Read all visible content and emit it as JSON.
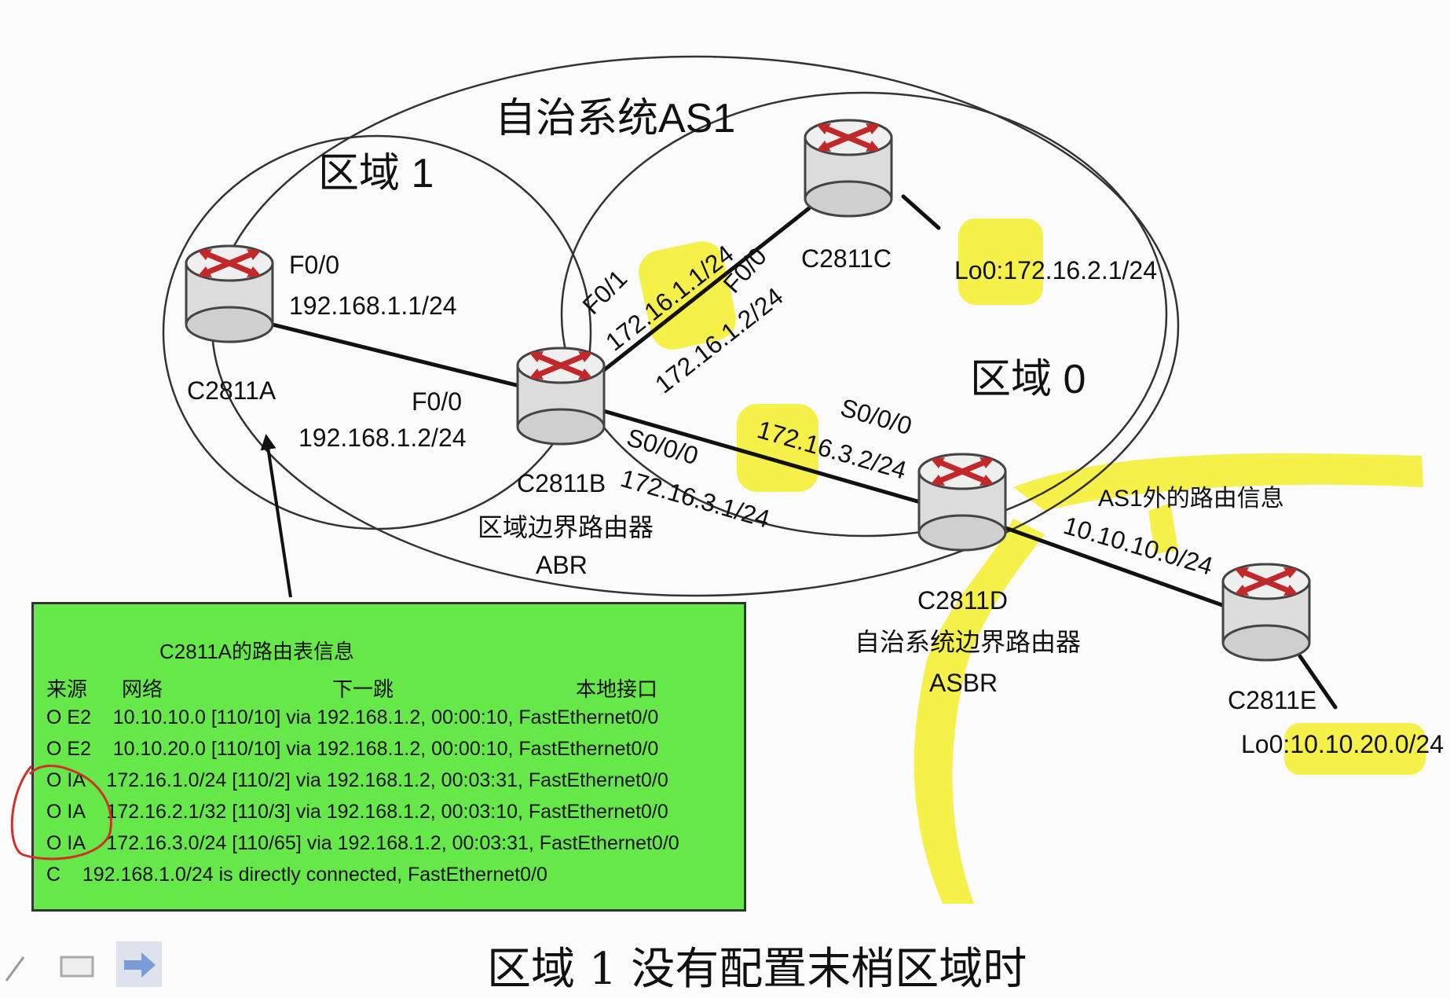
{
  "diagram": {
    "as_label": "自治系统AS1",
    "area1_label": "区域 1",
    "area0_label": "区域 0",
    "caption": "区域 1 没有配置末梢区域时",
    "routers": {
      "a": {
        "name": "C2811A"
      },
      "b": {
        "name": "C2811B",
        "desc": "区域边界路由器",
        "role": "ABR"
      },
      "c": {
        "name": "C2811C"
      },
      "d": {
        "name": "C2811D",
        "desc": "自治系统边界路由器",
        "role": "ASBR"
      },
      "e": {
        "name": "C2811E"
      }
    },
    "interfaces": {
      "a_f00": "F0/0",
      "a_ip": "192.168.1.1/24",
      "b_f00": "F0/0",
      "b_f00_ip": "192.168.1.2/24",
      "b_f01": "F0/1",
      "b_f01_ip": "172.16.1.1/24",
      "c_f00": "F0/0",
      "c_f00_ip": "172.16.1.2/24",
      "c_lo0": "Lo0:172.16.2.1/24",
      "b_s000": "S0/0/0",
      "b_s000_ip": "172.16.3.1/24",
      "d_s000": "S0/0/0",
      "d_s000_ip": "172.16.3.2/24",
      "ext_info": "AS1外的路由信息",
      "ext_net": "10.10.10.0/24",
      "e_lo0": "Lo0:10.10.20.0/24"
    }
  },
  "routing_table": {
    "title": "C2811A的路由表信息",
    "headers": [
      "来源",
      "网络",
      "下一跳",
      "本地接口"
    ],
    "rows": [
      "O E2    10.10.10.0 [110/10] via 192.168.1.2, 00:00:10, FastEthernet0/0",
      "O E2    10.10.20.0 [110/10] via 192.168.1.2, 00:00:10, FastEthernet0/0",
      "O IA    172.16.1.0/24 [110/2] via 192.168.1.2, 00:03:31, FastEthernet0/0",
      "O IA    172.16.2.1/32 [110/3] via 192.168.1.2, 00:03:10, FastEthernet0/0",
      "O IA    172.16.3.0/24 [110/65] via 192.168.1.2, 00:03:31, FastEthernet0/0",
      "C    192.168.1.0/24 is directly connected, FastEthernet0/0"
    ]
  },
  "colors": {
    "highlight": "#f5ee2a",
    "table_bg": "#66e84a",
    "annotation": "#d0302a",
    "router_arrow": "#c0282a"
  },
  "toolbar": {
    "icons": [
      "pen-icon",
      "eraser-icon",
      "next-arrow-icon"
    ]
  }
}
